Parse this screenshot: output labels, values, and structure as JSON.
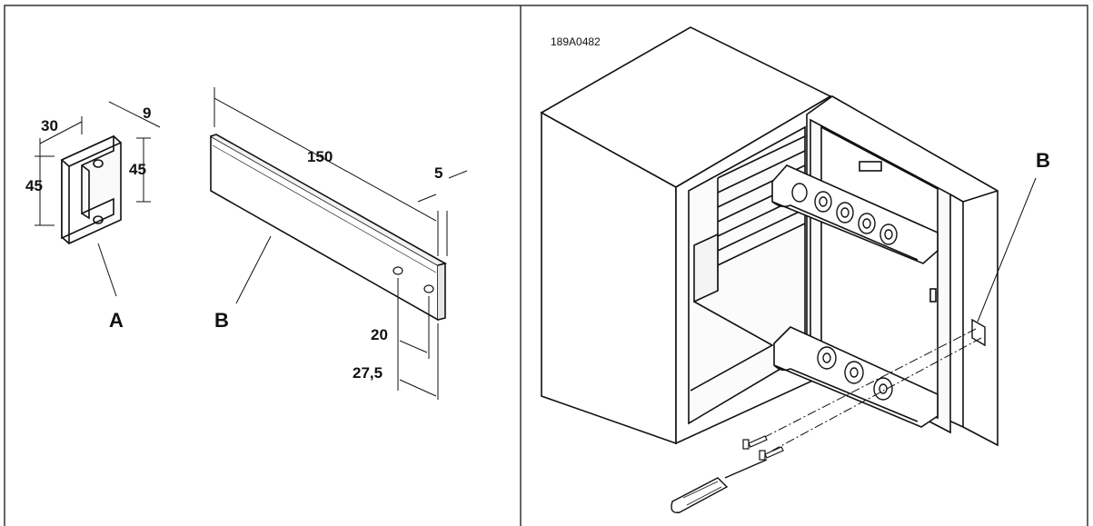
{
  "left_panel": {
    "bracket_a": {
      "callout": "A",
      "dim_width": "30",
      "dim_depth": "9",
      "dim_height_outer": "45",
      "dim_height_inner": "45"
    },
    "strip_b": {
      "callout": "B",
      "dim_length": "150",
      "dim_thickness": "5",
      "dim_hole_1": "20",
      "dim_hole_2": "27,5"
    }
  },
  "right_panel": {
    "figure_code": "189A0482",
    "callout": "B"
  }
}
